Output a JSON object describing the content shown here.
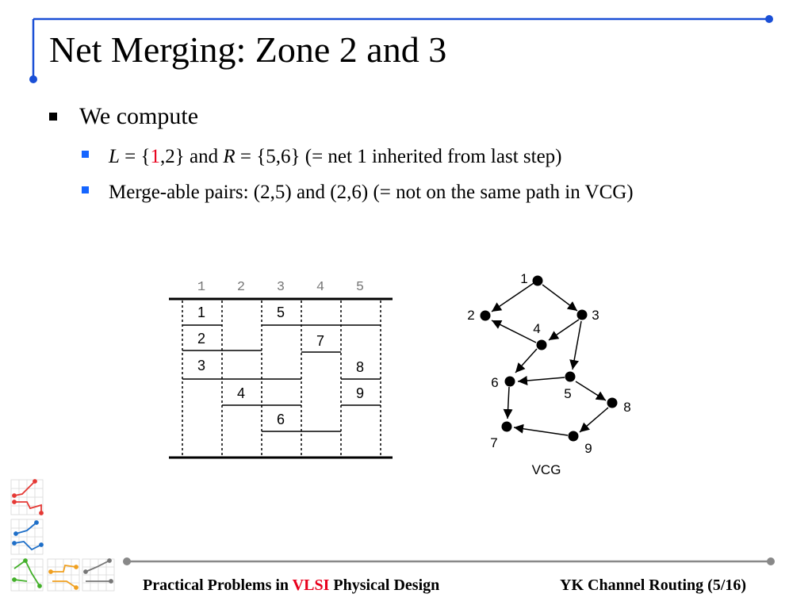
{
  "slide": {
    "title": "Net Merging: Zone 2 and 3",
    "bullet": "We compute",
    "sub1": {
      "L_var": "L",
      "eq_open": " = {",
      "red_val": "1",
      "rest1": ",2} and ",
      "R_var": "R",
      "rest2": " = {5,6} (= net 1 inherited from last step)"
    },
    "sub2": "Merge-able pairs: (2,5) and (2,6) (= not on the same path in VCG)"
  },
  "channel": {
    "columns": [
      "1",
      "2",
      "3",
      "4",
      "5"
    ],
    "nets": [
      "1",
      "2",
      "3",
      "4",
      "5",
      "6",
      "7",
      "8",
      "9"
    ]
  },
  "vcg": {
    "label": "VCG",
    "nodes": [
      "1",
      "2",
      "3",
      "4",
      "5",
      "6",
      "7",
      "8",
      "9"
    ]
  },
  "footer": {
    "left_pre": "Practical Problems in ",
    "left_red": "VLSI",
    "left_post": " Physical Design",
    "right": "YK Channel Routing (5/16)"
  },
  "colors": {
    "accent": "#1a4fd6",
    "bullet": "#1565ff",
    "highlight": "#e8001c"
  }
}
